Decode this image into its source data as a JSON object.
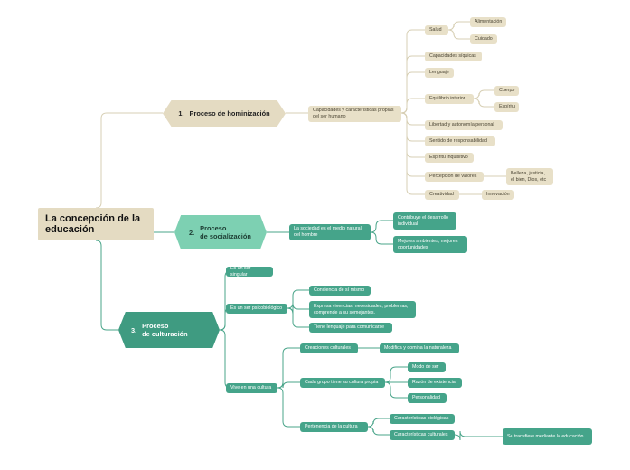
{
  "root": {
    "title": "La concepción de la\neducación"
  },
  "branches": {
    "b1": {
      "num": "1.",
      "label": "Proceso de hominización",
      "sub": {
        "label": "Capacidades y características propias\ndel ser humano",
        "salud": {
          "label": "Salud",
          "alimentacion": "Alimentación",
          "cuidado": "Cuidado"
        },
        "capacidades_siquicas": "Capacidades síquicas",
        "lenguaje": "Lenguaje",
        "equilibrio": {
          "label": "Equilibrio interior",
          "cuerpo": "Cuerpo",
          "espiritu": "Espíritu"
        },
        "libertad": "Libertad y autonomía personal",
        "responsabilidad": "Sentido de responsabilidad",
        "espiritu_inquisitivo": "Espíritu inquisitivo",
        "valores": {
          "label": "Percepción de valores",
          "detail": "Belleza, justicia,\nel bien, Dios, etc"
        },
        "creatividad": {
          "label": "Creatividad",
          "innovacion": "Innovación"
        }
      }
    },
    "b2": {
      "num": "2.",
      "label": "Proceso\nde socialización",
      "sub": {
        "label": "La sociedad es el medio natural\ndel hombre",
        "contribuye": "Contribuye el desarrollo\nindividual",
        "mejores": "Mejores ambientes, mejores\noportunidades"
      }
    },
    "b3": {
      "num": "3.",
      "label": "Proceso\nde culturación",
      "singular": "Es un ser singular",
      "psicobiologico": {
        "label": "Es un ser psicobiológico",
        "conciencia": "Conciencia de sí mismo",
        "expresa": "Expresa vivencias, necesidades, problemas,\ncomprende a su semejantes.",
        "lenguaje": "Tiene lenguaje para comunicarse"
      },
      "cultura": {
        "label": "Vive en una cultura",
        "creaciones": {
          "label": "Creaciones culturales",
          "modifica": "Modifica y domina la naturaleza"
        },
        "cada_grupo": {
          "label": "Cada grupo tiene su cultura propia",
          "modo": "Modo de ser",
          "razon": "Razón de existencia",
          "personalidad": "Personalidad"
        },
        "pertenencia": {
          "label": "Pertenencia de la cultura",
          "biologicas": "Características biológicas",
          "culturales": {
            "label": "Características culturales",
            "transmite": "Se transfiere mediante la educación"
          }
        }
      }
    }
  },
  "colors": {
    "tan": "#e8e0c8",
    "green": "#45a48a",
    "line_tan": "#d7cfb4",
    "line_green": "#4aa58a"
  }
}
